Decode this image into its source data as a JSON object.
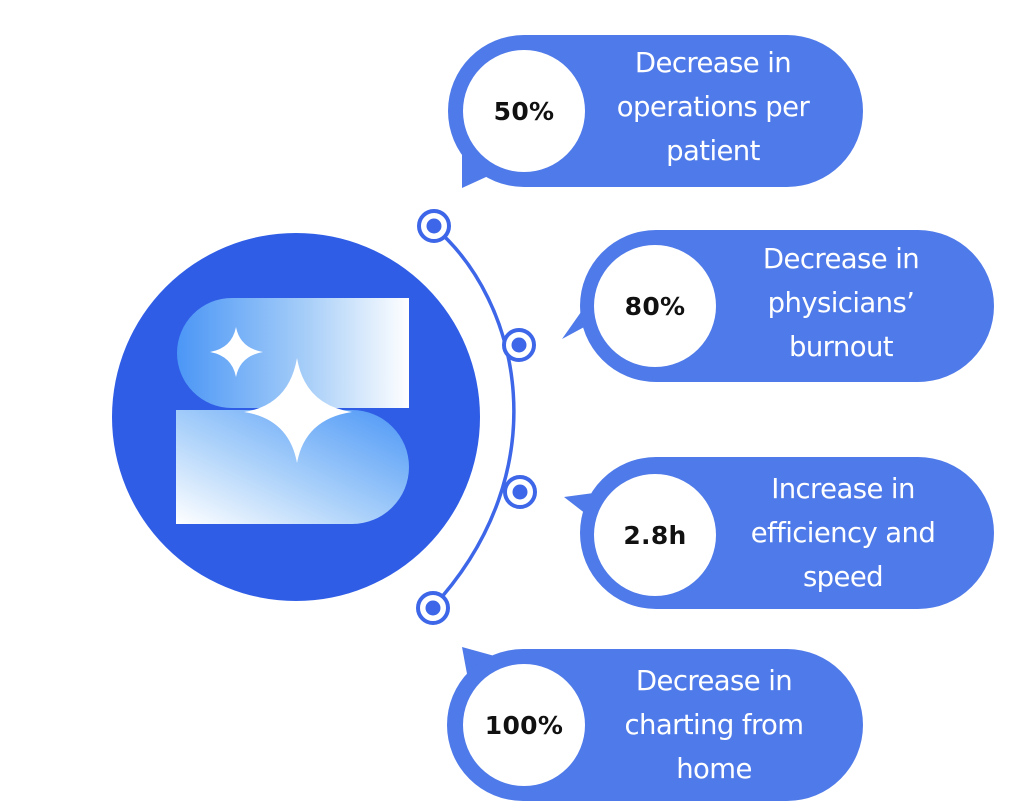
{
  "colors": {
    "bubble": "#4f7ae9",
    "value_circle": "#ffffff",
    "logo_disc": "#2f5de6",
    "arc": "#3d67e8"
  },
  "logo": {
    "icon": "sparkle-s-logo-icon"
  },
  "stats": [
    {
      "value": "50%",
      "lines": [
        "Decrease in",
        "operations per",
        "patient"
      ]
    },
    {
      "value": "80%",
      "lines": [
        "Decrease in",
        "physicians’",
        "burnout"
      ]
    },
    {
      "value": "2.8h",
      "lines": [
        "Increase in",
        "efficiency and",
        "speed"
      ]
    },
    {
      "value": "100%",
      "lines": [
        "Decrease in",
        "charting from",
        "home"
      ]
    }
  ]
}
